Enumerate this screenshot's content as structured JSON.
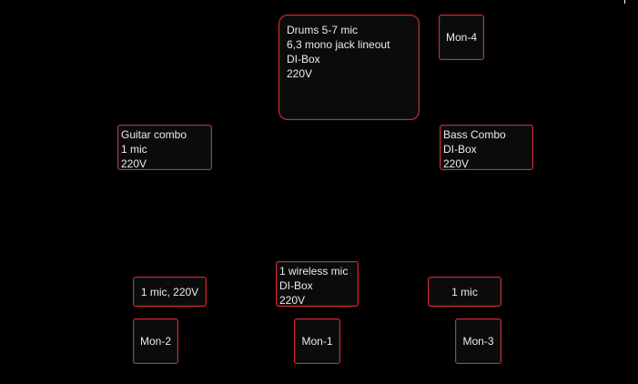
{
  "stage_plot": {
    "drums": {
      "lines": [
        "Drums 5-7 mic",
        "6,3 mono jack lineout",
        "DI-Box",
        "220V"
      ]
    },
    "mon_4": {
      "label": "Mon-4"
    },
    "guitar": {
      "lines": [
        "Guitar combo",
        "1 mic",
        "220V"
      ]
    },
    "bass": {
      "lines": [
        "Bass Combo",
        "DI-Box",
        "220V"
      ]
    },
    "left_vocal": {
      "label": "1 mic, 220V"
    },
    "center_vocal": {
      "lines": [
        "1 wireless mic",
        "DI-Box",
        "220V"
      ]
    },
    "right_vocal": {
      "label": "1 mic"
    },
    "mon_2": {
      "label": "Mon-2"
    },
    "mon_1": {
      "label": "Mon-1"
    },
    "mon_3": {
      "label": "Mon-3"
    }
  },
  "colors": {
    "background": "#000000",
    "outline": "#d9262c",
    "text": "#ececec"
  }
}
